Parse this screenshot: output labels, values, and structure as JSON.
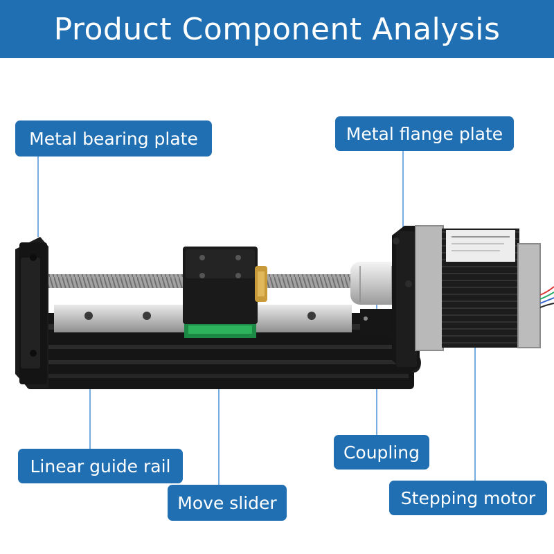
{
  "header": {
    "title": "Product Component Analysis"
  },
  "labels": {
    "bearing_plate": "Metal bearing plate",
    "flange_plate": "Metal flange plate",
    "rail": "Linear guide rail",
    "slider": "Move slider",
    "coupling": "Coupling",
    "motor": "Stepping motor"
  },
  "colors": {
    "accent": "#1f6fb2"
  }
}
